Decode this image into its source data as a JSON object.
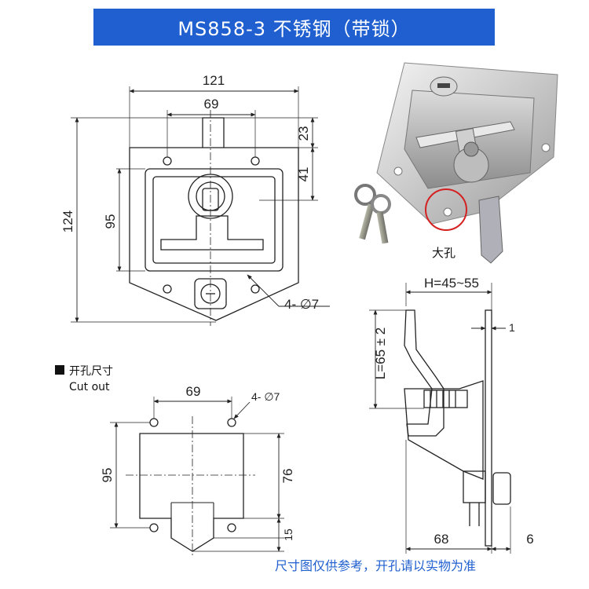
{
  "title": "MS858-3 不锈钢（带锁）",
  "front_view": {
    "dims": {
      "overall_width": "121",
      "hole_spacing": "69",
      "top_offset": "23",
      "mid_offset": "41",
      "overall_height": "124",
      "inner_height": "95",
      "holes": "4- ∅7"
    }
  },
  "cutout": {
    "heading": "开孔尺寸",
    "heading_en": "Cut out",
    "dims": {
      "hole_spacing": "69",
      "holes": "4- ∅7",
      "height": "95",
      "inner_height": "76",
      "notch": "15"
    }
  },
  "side_view": {
    "dims": {
      "h_range": "H=45~55",
      "thickness": "1",
      "l_range": "L=65 ± 2",
      "depth": "68",
      "offset": "6"
    }
  },
  "photo": {
    "callout": "大孔"
  },
  "footer_note": "尺寸图仅供参考，开孔请以实物为准",
  "colors": {
    "title_bg": "#1f5fcf",
    "note_text": "#1f5fcf",
    "callout_circle": "#d42020"
  }
}
